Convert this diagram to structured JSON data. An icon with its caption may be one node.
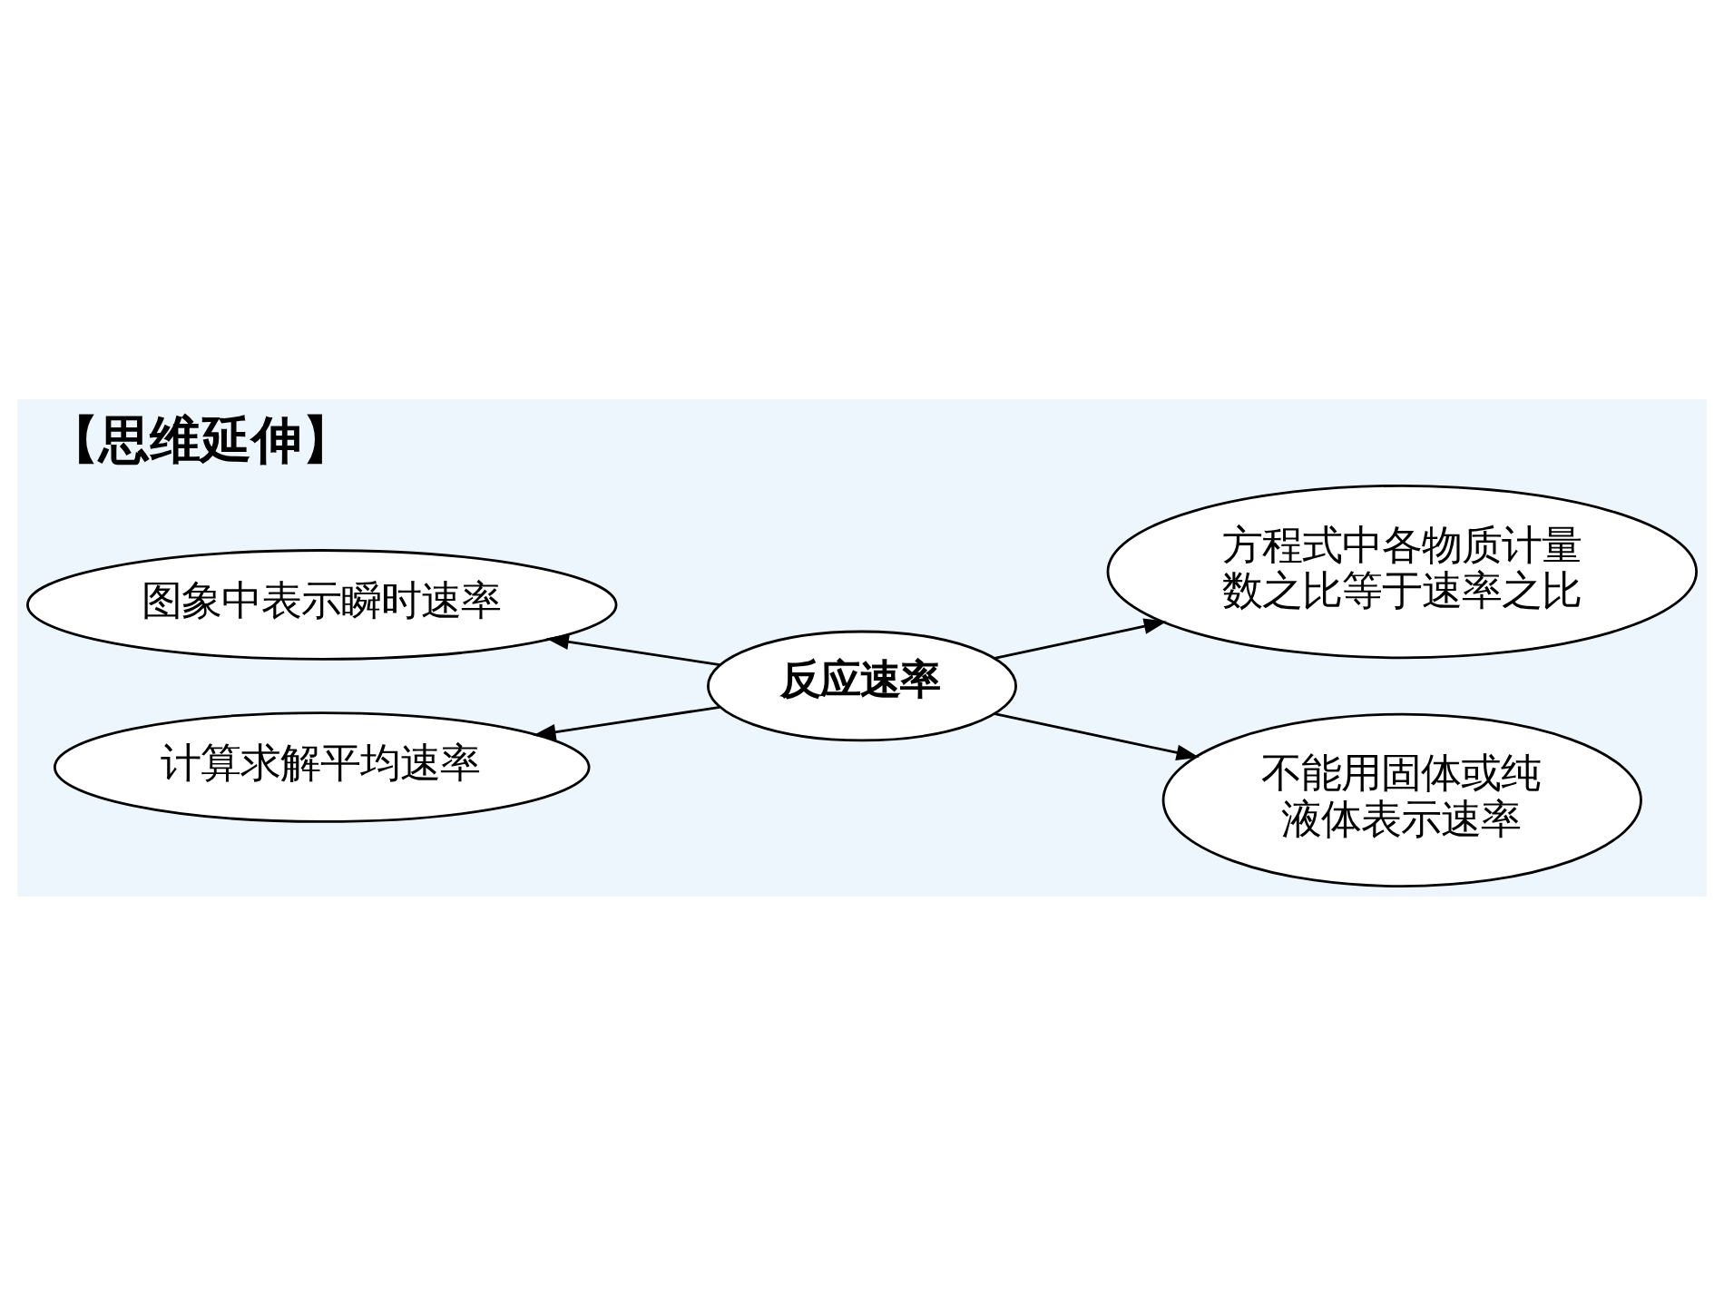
{
  "diagram": {
    "title": "【思维延伸】",
    "nodes": [
      {
        "text": [
          "方程式中各物质计量数之比等于速率之比"
        ]
      },
      {
        "text": [
          "图象中表示瞬时速率"
        ]
      },
      {
        "text": [
          "反应速率"
        ]
      },
      {
        "text": [
          "计算求解平均速率"
        ]
      },
      {
        "text": [
          "不能用固体或纯液体表示速率"
        ]
      }
    ],
    "edges": [
      {
        "from": 2,
        "to": 1,
        "arrow": "to"
      },
      {
        "from": 2,
        "to": 3,
        "arrow": "to"
      },
      {
        "from": 2,
        "to": 0,
        "arrow": "to"
      },
      {
        "from": 2,
        "to": 4,
        "arrow": "to"
      }
    ]
  }
}
